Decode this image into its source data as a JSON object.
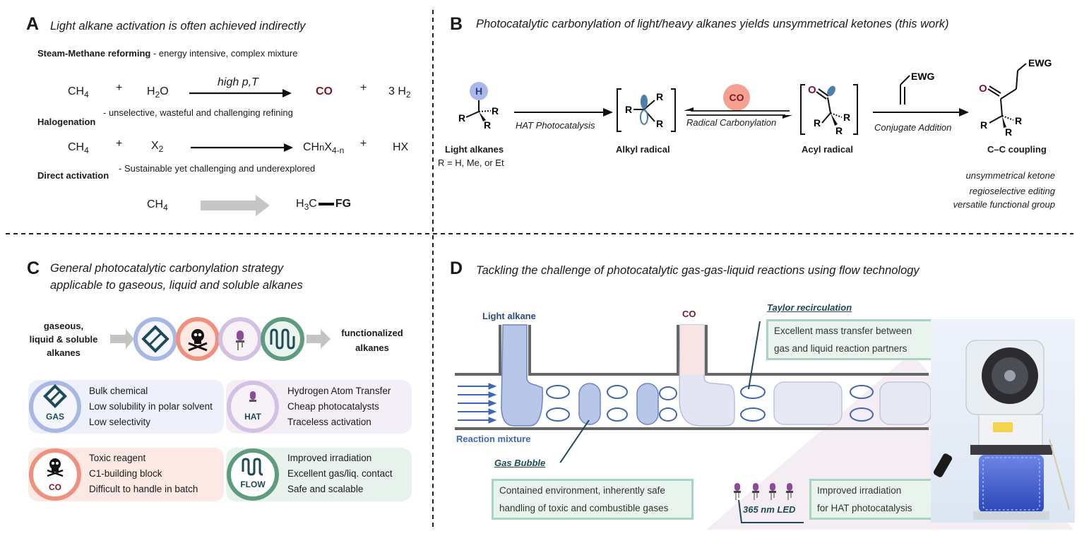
{
  "panel_a": {
    "letter": "A",
    "title": "Light alkane activation is often achieved indirectly",
    "steam": {
      "heading": "Steam-Methane reforming",
      "desc": " - energy intensive, complex mixture"
    },
    "eq1": {
      "r1": "CH",
      "r1_sub": "4",
      "plus1": "+",
      "r2": "H",
      "r2_sub": "2",
      "r2_tail": "O",
      "condition": "high p,T",
      "p1": "CO",
      "plus2": "+",
      "p2": "3 H",
      "p2_sub": "2"
    },
    "halogenation": {
      "heading": "Halogenation",
      "desc": "- unselective, wasteful and challenging refining"
    },
    "eq2": {
      "r1": "CH",
      "r1_sub": "4",
      "plus1": "+",
      "r2": "X",
      "r2_sub": "2",
      "p1": "CH",
      "p1_n": "n",
      "p1_x": "X",
      "p1_sub": "4-n",
      "plus2": "+",
      "p2": "HX"
    },
    "direct": {
      "heading": "Direct activation",
      "desc": " - Sustainable yet challenging and underexplored"
    },
    "eq3": {
      "r1": "CH",
      "r1_sub": "4",
      "p1": "H",
      "p1_sub": "3",
      "p1_c": "C",
      "fg": "FG"
    }
  },
  "panel_b": {
    "letter": "B",
    "title": "Photocatalytic carbonylation of light/heavy alkanes yields unsymmetrical ketones (this work)",
    "h_label": "H",
    "r": "R",
    "co_label": "CO",
    "o_label": "O",
    "ewg": "EWG",
    "arrow1": "HAT Photocatalysis",
    "arrow2": "Radical Carbonylation",
    "arrow3": "Conjugate Addition",
    "light_alkanes": "Light alkanes",
    "r_def": "R = H, Me, or Et",
    "alkyl_radical": "Alkyl radical",
    "acyl_radical": "Acyl radical",
    "cc_coupling": "C–C coupling",
    "notes": [
      "unsymmetrical ketone",
      "regioselective editing",
      "versatile functional group"
    ]
  },
  "panel_c": {
    "letter": "C",
    "title_line1": "General photocatalytic carbonylation strategy",
    "title_line2": "applicable to gaseous, liquid and soluble alkanes",
    "left_label": [
      "gaseous,",
      "liquid & soluble",
      "alkanes"
    ],
    "right_label": [
      "functionalized",
      "alkanes"
    ],
    "cards": [
      {
        "tag": "GAS",
        "lines": [
          "Bulk chemical",
          "Low solubility in polar solvent",
          "Low selectivity"
        ]
      },
      {
        "tag": "HAT",
        "lines": [
          "Hydrogen Atom Transfer",
          "Cheap photocatalysts",
          "Traceless activation"
        ]
      },
      {
        "tag": "CO",
        "lines": [
          "Toxic reagent",
          "C1-building block",
          "Difficult to handle in batch"
        ]
      },
      {
        "tag": "FLOW",
        "lines": [
          "Improved irradiation",
          "Excellent gas/liq. contact",
          "Safe and scalable"
        ]
      }
    ]
  },
  "panel_d": {
    "letter": "D",
    "title": "Tackling the challenge of photocatalytic gas-gas-liquid reactions using flow technology",
    "light_alkane": "Light alkane",
    "co": "CO",
    "taylor": "Taylor recirculation",
    "taylor_box": [
      "Excellent mass transfer between",
      "gas and liquid reaction partners"
    ],
    "reaction_mixture": "Reaction mixture",
    "gas_bubble": "Gas Bubble",
    "contained_box": [
      "Contained environment, inherently safe",
      "handling of toxic and combustible gases"
    ],
    "led": "365 nm LED",
    "irradiation_box": [
      "Improved irradiation",
      "for HAT photocatalysis"
    ]
  },
  "colors": {
    "co_red": "#7b1728",
    "blue": "#3f67b7",
    "pink": "#f28c7f",
    "purple": "#8c4a99",
    "green": "#4f8c6f",
    "teal_dark": "#1d4a56"
  }
}
